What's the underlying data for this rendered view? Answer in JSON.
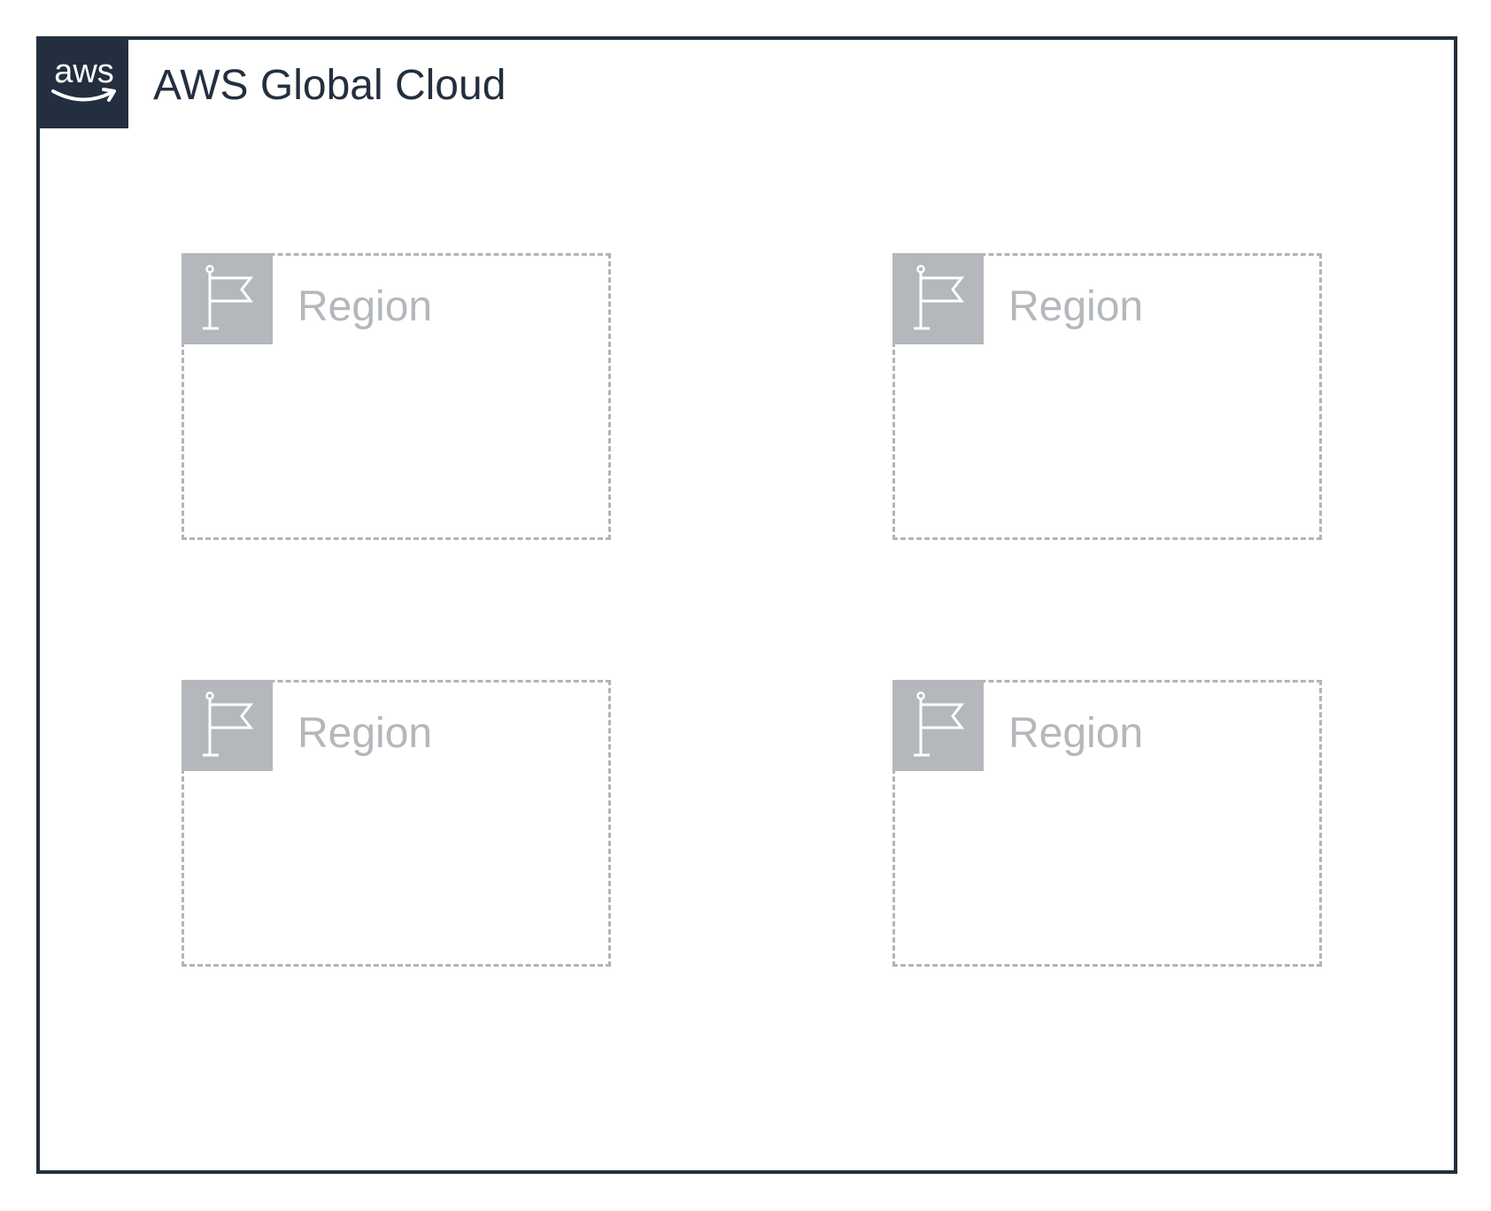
{
  "cloud": {
    "title": "AWS Global Cloud",
    "logo_icon": "aws-logo-icon",
    "logo_text": "aws",
    "border_color": "#232f3e"
  },
  "regions": [
    {
      "label": "Region",
      "icon": "flag-icon"
    },
    {
      "label": "Region",
      "icon": "flag-icon"
    },
    {
      "label": "Region",
      "icon": "flag-icon"
    },
    {
      "label": "Region",
      "icon": "flag-icon"
    }
  ],
  "colors": {
    "region_gray": "#b4b7bb",
    "region_border": "#b0b4b8"
  }
}
